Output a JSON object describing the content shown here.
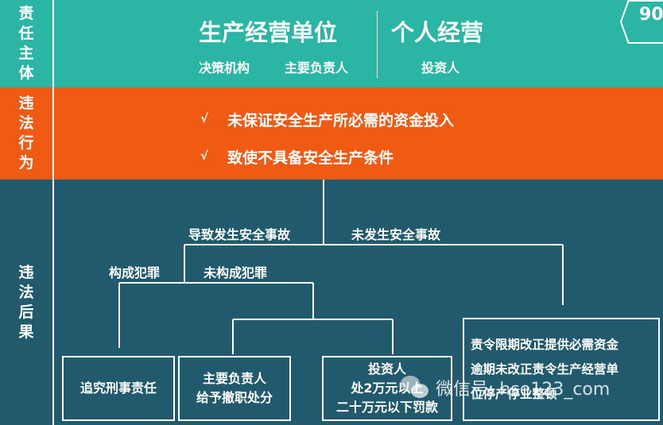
{
  "page_number": "90",
  "section_subject": {
    "label": "责任主体",
    "unit_title": "生产经营单位",
    "unit_sub1": "决策机构",
    "unit_sub2": "主要负责人",
    "personal_title": "个人经营",
    "personal_sub": "投资人"
  },
  "section_behavior": {
    "label": "违法行为",
    "check": "√",
    "items": [
      "未保证安全生产所必需的资金投入",
      "致使不具备安全生产条件"
    ]
  },
  "section_result": {
    "label": "违法后果",
    "branch_accident": "导致发生安全事故",
    "branch_no_accident": "未发生安全事故",
    "branch_crime": "构成犯罪",
    "branch_no_crime": "未构成犯罪",
    "box_criminal": "追究刑事责任",
    "box_head_line1": "主要负责人",
    "box_head_line2": "给予撤职处分",
    "box_investor_line1": "投资人",
    "box_investor_line2": "处2万元以上",
    "box_investor_line3": "二十万元以下罚款",
    "box_rectify_line1": "责令限期改正提供必需资金",
    "box_rectify_line2": "逾期未改正责令生产经营单",
    "box_rectify_line3": "位停产停业整顿"
  },
  "watermark": "微信号: hse123_com",
  "icons": {
    "wechat": "wechat-icon"
  },
  "colors": {
    "teal": "#2bb5a5",
    "orange": "#f05a12",
    "navy": "#215a6c"
  }
}
